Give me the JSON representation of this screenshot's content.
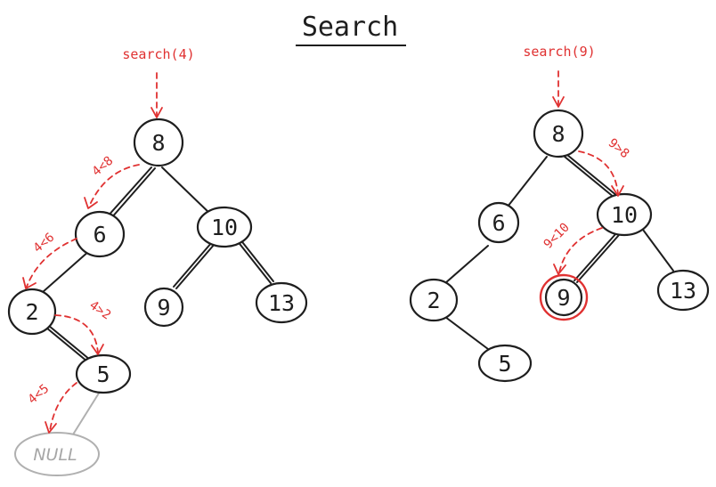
{
  "title": "Search",
  "left": {
    "call": "search(4)",
    "nodes": {
      "n8": "8",
      "n6": "6",
      "n10": "10",
      "n2": "2",
      "n9": "9",
      "n13": "13",
      "n5": "5",
      "null": "NULL"
    },
    "comparisons": {
      "c1": "4<8",
      "c2": "4<6",
      "c3": "4>2",
      "c4": "4<5"
    }
  },
  "right": {
    "call": "search(9)",
    "nodes": {
      "n8": "8",
      "n6": "6",
      "n10": "10",
      "n2": "2",
      "n9": "9",
      "n13": "13",
      "n5": "5"
    },
    "comparisons": {
      "c1": "9>8",
      "c2": "9<10"
    }
  },
  "colors": {
    "ink": "#1e1e1e",
    "accent": "#e03131",
    "muted": "#a6a6a6"
  }
}
